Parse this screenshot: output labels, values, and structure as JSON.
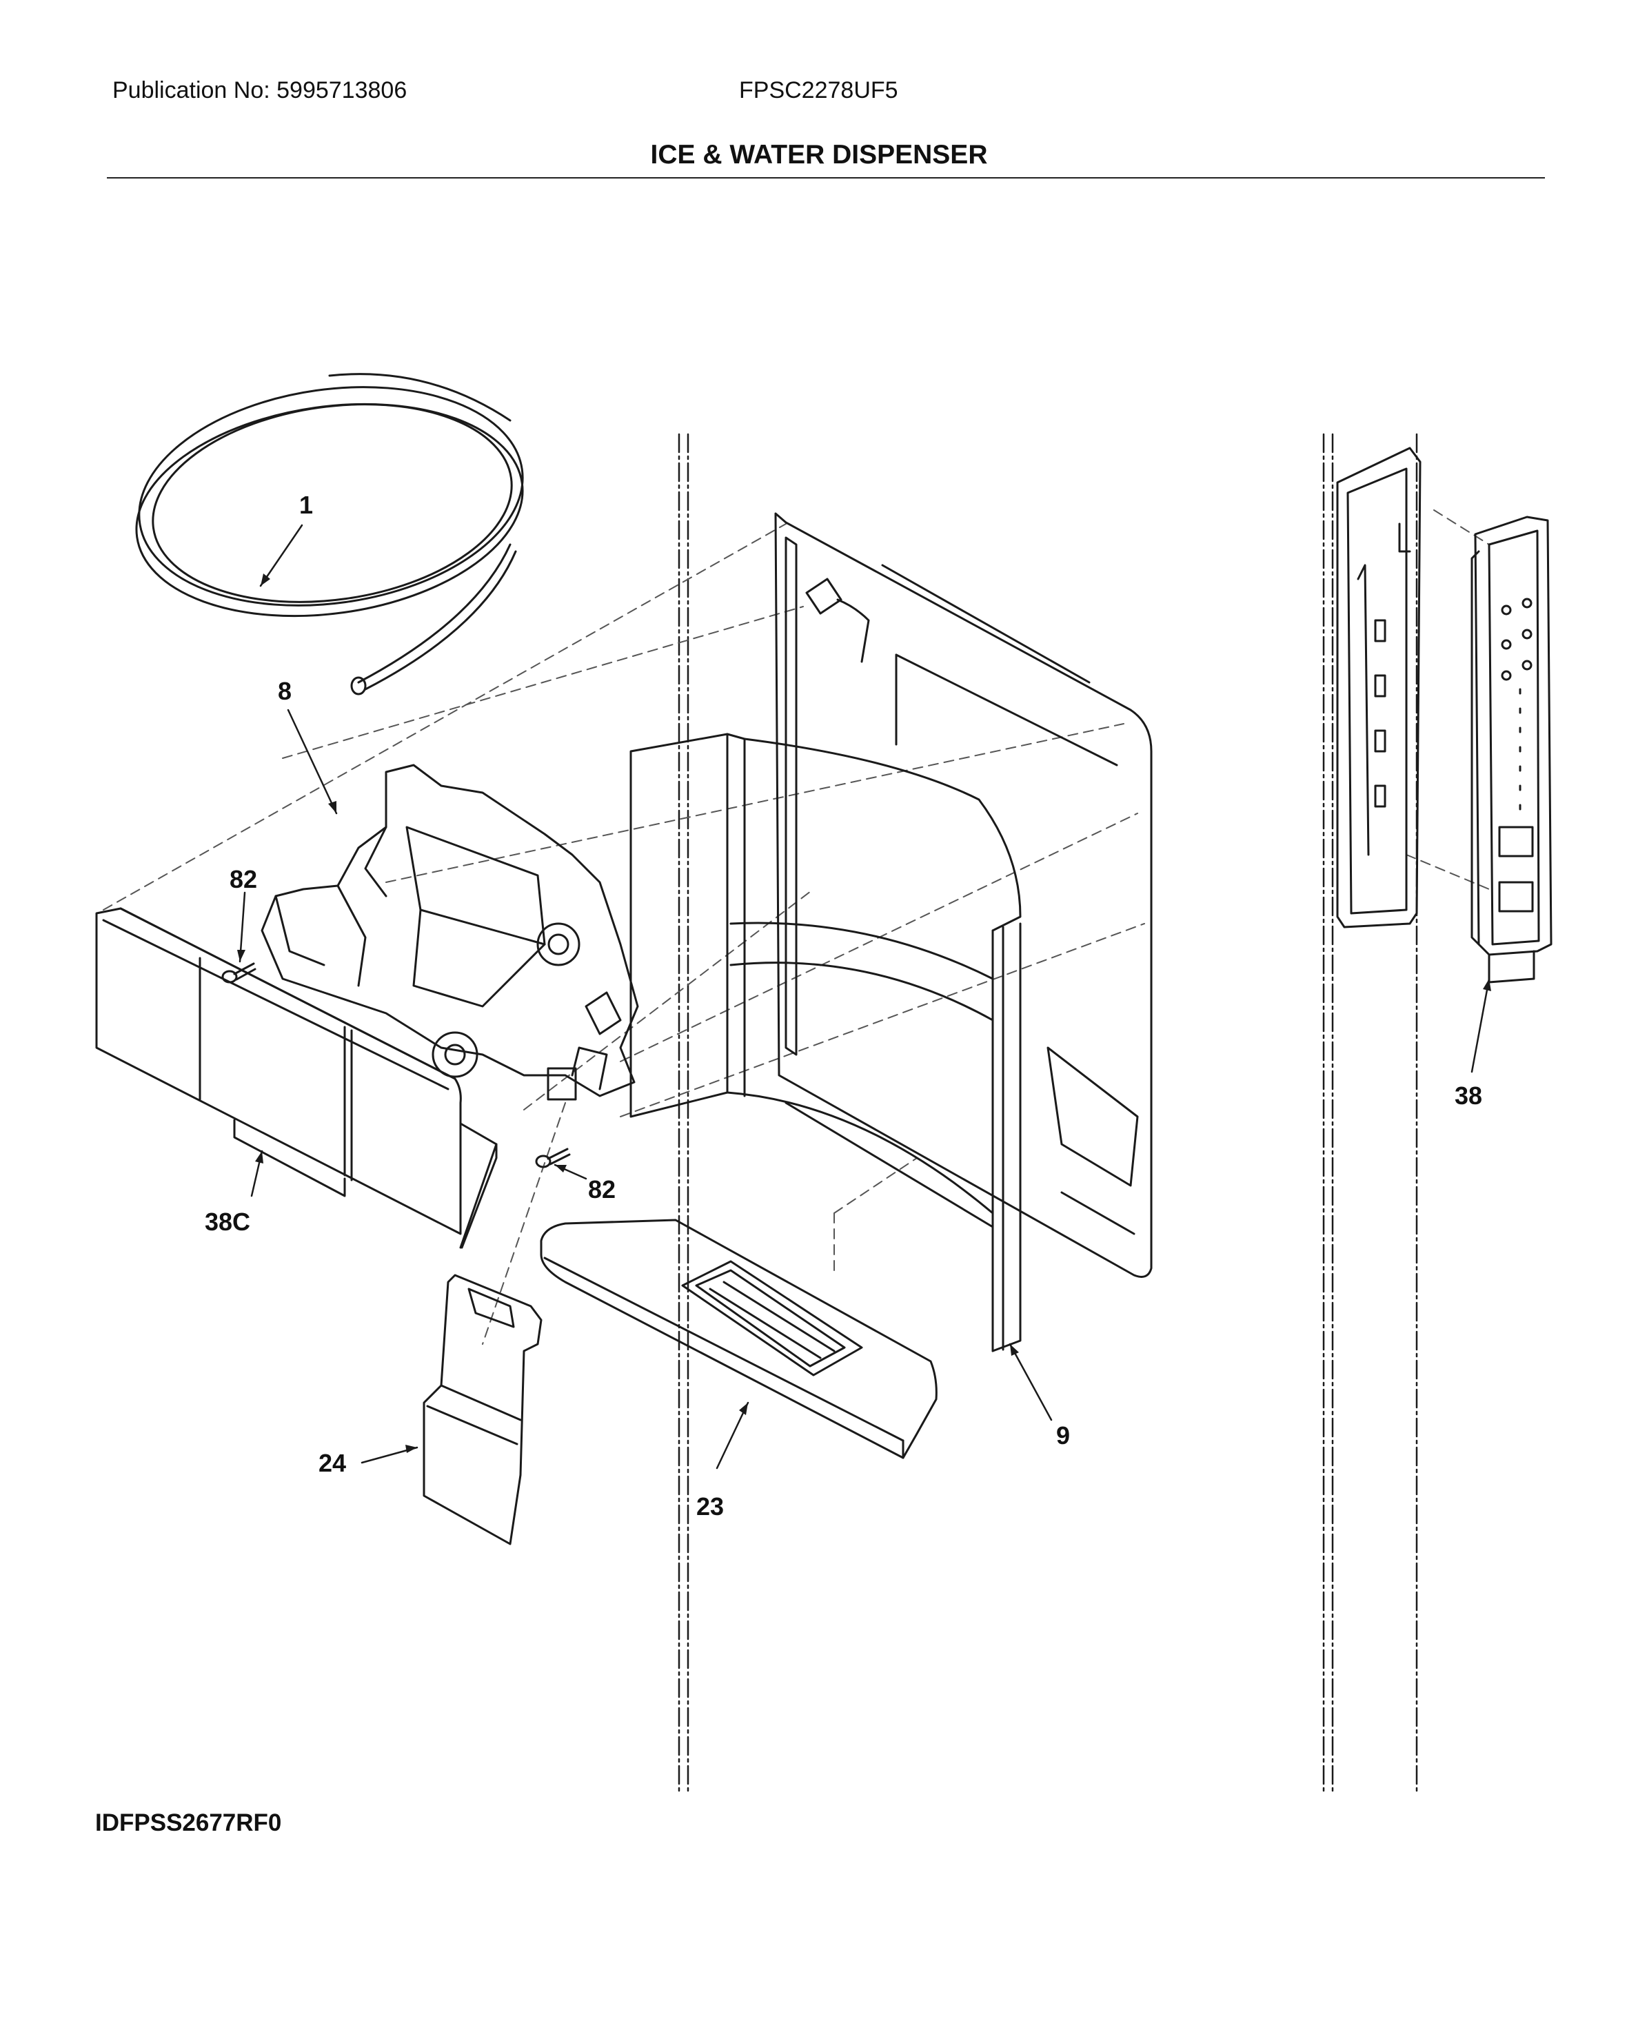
{
  "header": {
    "publication": "Publication No: 5995713806",
    "model": "FPSC2278UF5",
    "title": "ICE & WATER DISPENSER"
  },
  "footer": {
    "figure_id": "IDFPSS2677RF0"
  },
  "callouts": {
    "tubing": "1",
    "actuator_housing": "8",
    "screw_upper": "82",
    "screw_lower": "82",
    "paddle_panel": "38C",
    "ice_chute_door": "24",
    "drip_tray": "23",
    "recess_housing": "9",
    "control_board": "38"
  },
  "colors": {
    "line": "#1a1a1a",
    "dash": "#555555"
  }
}
